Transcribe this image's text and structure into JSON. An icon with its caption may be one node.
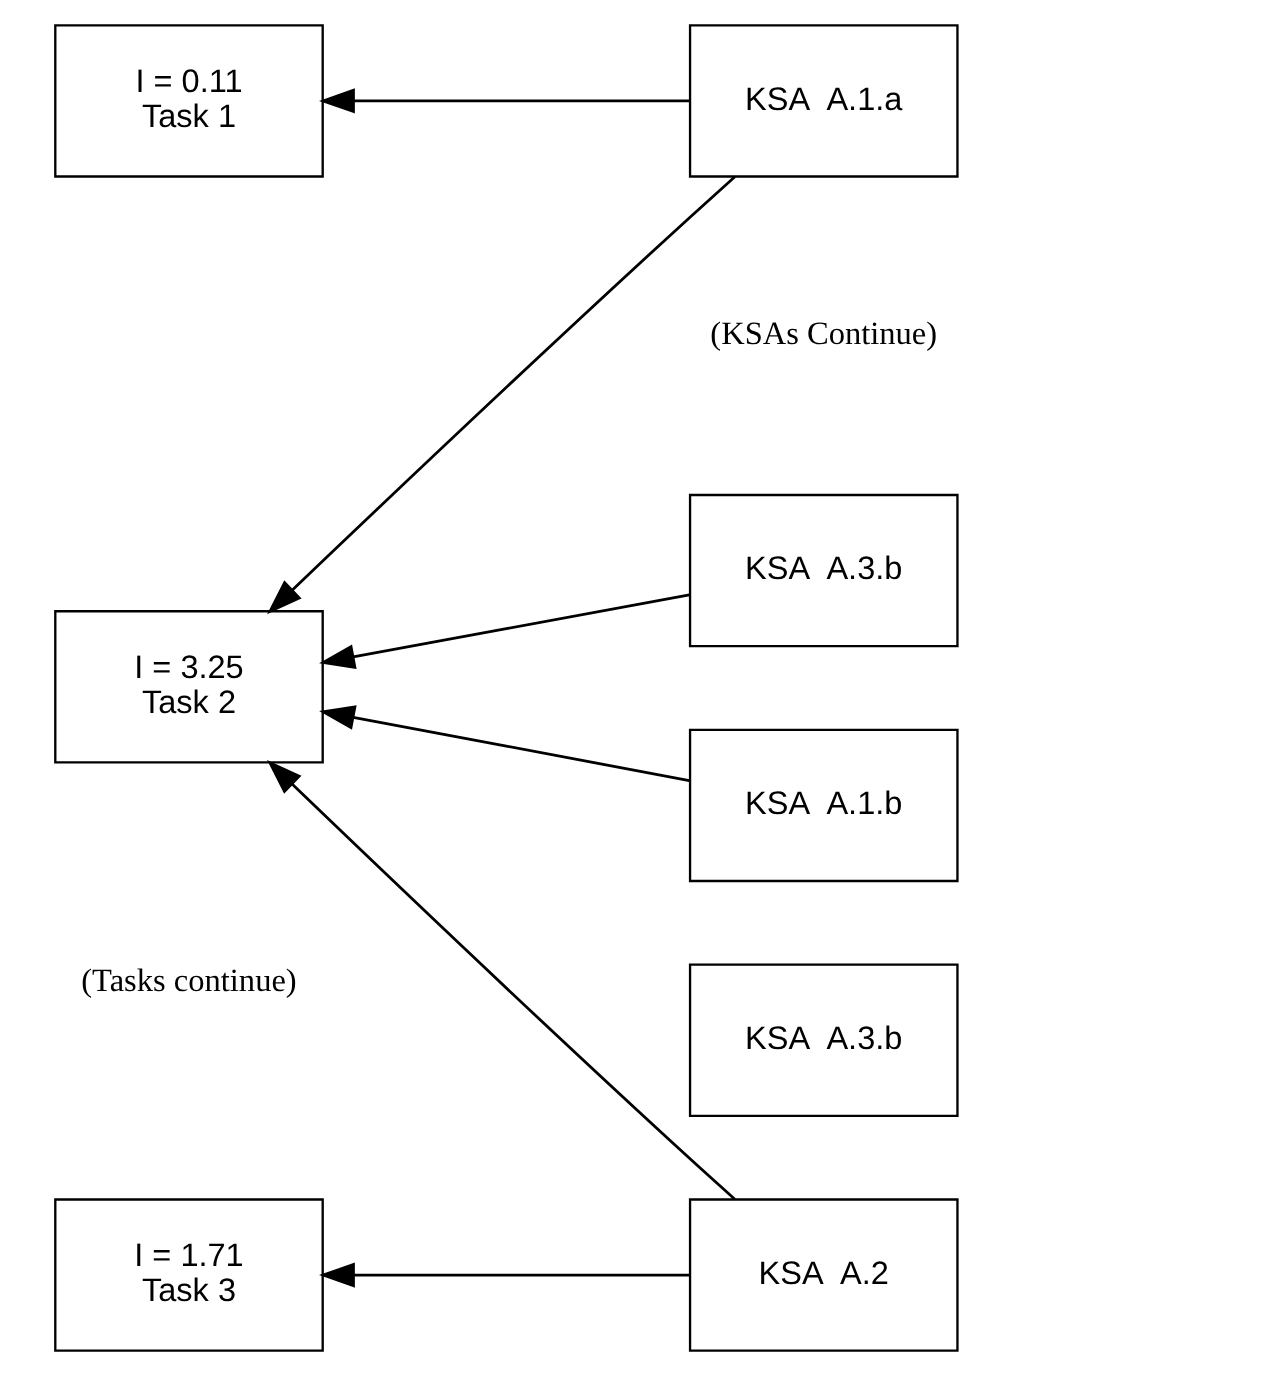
{
  "diagram": {
    "nodes": [
      {
        "text": [
          "I = 0.11",
          "Task 1"
        ]
      },
      {
        "text": [
          "I = 3.25",
          "Task 2"
        ]
      },
      {
        "text": [
          "I = 1.71",
          "Task 3"
        ]
      },
      {
        "text": [
          "KSA  A.1.a"
        ]
      },
      {
        "text": [
          "KSA  A.1.b"
        ]
      },
      {
        "text": [
          "KSA  A.2"
        ]
      },
      {
        "text": [
          "KSA  A.3.b"
        ]
      },
      {
        "text": [
          "KSA  A.3.b"
        ]
      }
    ],
    "edges": [
      {
        "from": 3,
        "to": 0,
        "arrow": "to"
      },
      {
        "from": 3,
        "to": 1,
        "arrow": "to"
      },
      {
        "from": 4,
        "to": 1,
        "arrow": "to"
      },
      {
        "from": 5,
        "to": 1,
        "arrow": "to"
      },
      {
        "from": 5,
        "to": 2,
        "arrow": "to"
      },
      {
        "from": 7,
        "to": 1,
        "arrow": "to"
      }
    ],
    "labels": [
      "(Tasks continue)",
      "(KSAs Continue)"
    ]
  }
}
